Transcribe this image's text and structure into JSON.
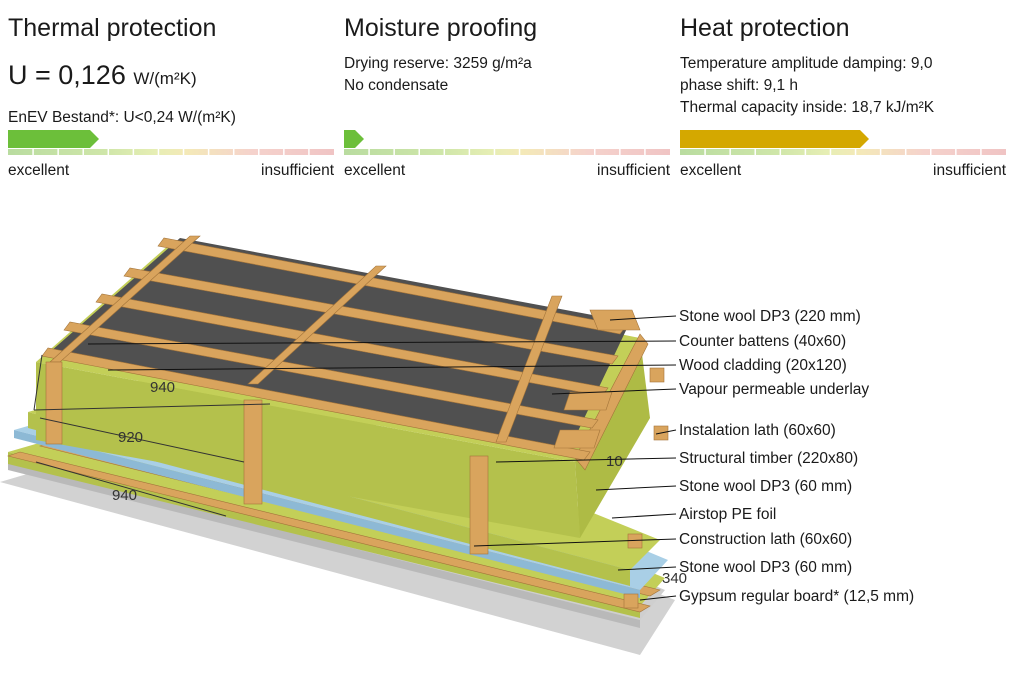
{
  "panels": [
    {
      "title": "Thermal protection",
      "u_label": "U = 0,126",
      "u_unit": "W/(m²K)",
      "lines": [
        "EnEV Bestand*: U<0,24 W/(m²K)"
      ],
      "rating_fraction": 0.28,
      "arrow_color": "#6cbf3a",
      "low_label": "excellent",
      "high_label": "insufficient"
    },
    {
      "title": "Moisture proofing",
      "lines": [
        "Drying reserve: 3259 g/m²a",
        "No condensate"
      ],
      "rating_fraction": 0.06,
      "arrow_color": "#6cbf3a",
      "low_label": "excellent",
      "high_label": "insufficient"
    },
    {
      "title": "Heat protection",
      "lines": [
        "Temperature amplitude damping: 9,0",
        "phase shift: 9,1 h",
        "Thermal capacity inside: 18,7 kJ/m²K"
      ],
      "rating_fraction": 0.58,
      "arrow_color": "#d4a800",
      "low_label": "excellent",
      "high_label": "insufficient"
    }
  ],
  "diagram": {
    "layers": [
      "Stone wool DP3 (220 mm)",
      "Counter battens (40x60)",
      "Wood cladding (20x120)",
      "Vapour permeable underlay",
      "Instalation lath (60x60)",
      "Structural timber (220x80)",
      "Stone wool DP3 (60 mm)",
      "Airstop PE foil",
      "Construction lath (60x60)",
      "Stone wool DP3 (60 mm)",
      "Gypsum regular board* (12,5 mm)"
    ],
    "dimensions": [
      "940",
      "920",
      "940",
      "10",
      "340"
    ]
  },
  "colors": {
    "underlay": "#505050",
    "stone_wool": "#c3cf58",
    "wood": "#d9a45d",
    "pe_foil": "#a9cfe6",
    "gypsum": "#d6d6d6"
  }
}
